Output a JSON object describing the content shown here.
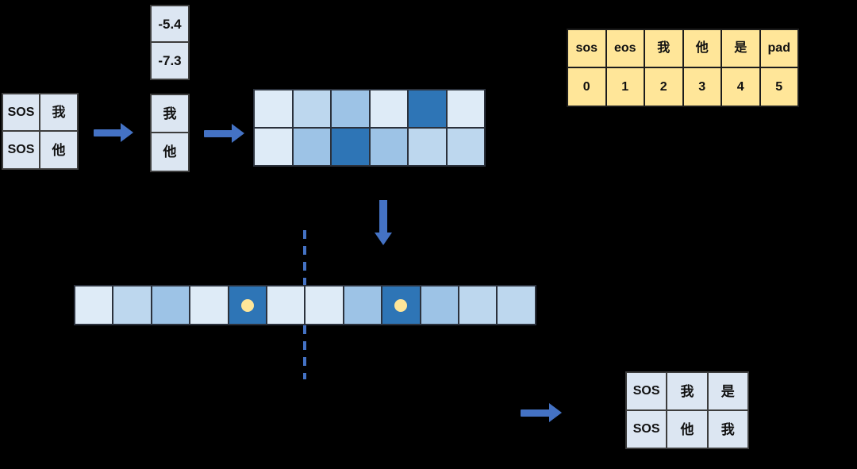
{
  "palette": {
    "background": "#000000",
    "arrow_blue": "#4472c4",
    "table_fill_blue": "#dce6f2",
    "vocab_fill_gold": "#ffe699",
    "dot_gold": "#ffe699",
    "shade_l0": "#deebf7",
    "shade_l1": "#bdd7ee",
    "shade_l2": "#9dc3e6",
    "shade_l3": "#2e75b6"
  },
  "beams_table": {
    "rows": [
      [
        "SOS",
        "我"
      ],
      [
        "SOS",
        "他"
      ]
    ]
  },
  "scores": {
    "values": [
      "-5.4",
      "-7.3"
    ]
  },
  "words": {
    "values": [
      "我",
      "他"
    ]
  },
  "heatmap": {
    "rows": [
      [
        "l0",
        "l1",
        "l2",
        "l0",
        "l3",
        "l0"
      ],
      [
        "l0",
        "l2",
        "l3",
        "l2",
        "l1",
        "l1"
      ]
    ]
  },
  "vocab": {
    "header": [
      "sos",
      "eos",
      "我",
      "他",
      "是",
      "pad"
    ],
    "ids": [
      "0",
      "1",
      "2",
      "3",
      "4",
      "5"
    ]
  },
  "flat_row": {
    "shades": [
      "l0",
      "l1",
      "l2",
      "l0",
      "l3",
      "l0",
      "l0",
      "l2",
      "l3",
      "l2",
      "l1",
      "l1"
    ],
    "dots": [
      false,
      false,
      false,
      false,
      true,
      false,
      false,
      false,
      true,
      false,
      false,
      false
    ]
  },
  "output_table": {
    "rows": [
      [
        "SOS",
        "我",
        "是"
      ],
      [
        "SOS",
        "他",
        "我"
      ]
    ]
  }
}
